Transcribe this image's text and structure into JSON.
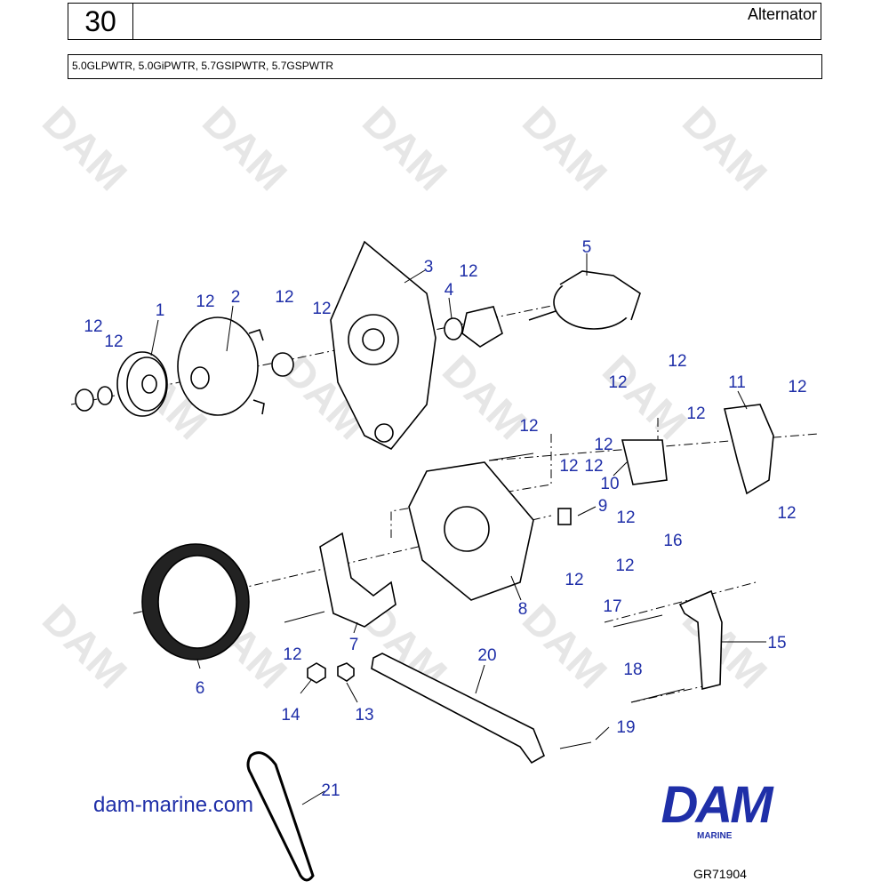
{
  "header": {
    "section_number": "30",
    "title": "Alternator",
    "models": "5.0GLPWTR, 5.0GiPWTR, 5.7GSIPWTR, 5.7GSPWTR"
  },
  "callouts": {
    "c1": "1",
    "c2": "2",
    "c3": "3",
    "c4": "4",
    "c5": "5",
    "c6": "6",
    "c7": "7",
    "c8": "8",
    "c9": "9",
    "c10": "10",
    "c11": "11",
    "c12": "12",
    "c13": "13",
    "c14": "14",
    "c15": "15",
    "c16": "16",
    "c17": "17",
    "c18": "18",
    "c19": "19",
    "c20": "20",
    "c21": "21"
  },
  "footer": {
    "website": "dam-marine.com",
    "logo_text": "DAM",
    "logo_subtext": "MARINE",
    "figure_code": "GR71904"
  },
  "watermark": "DAM",
  "colors": {
    "callout": "#1f2fa8",
    "logo": "#1f2fa8",
    "watermark": "#e6e6e6"
  }
}
